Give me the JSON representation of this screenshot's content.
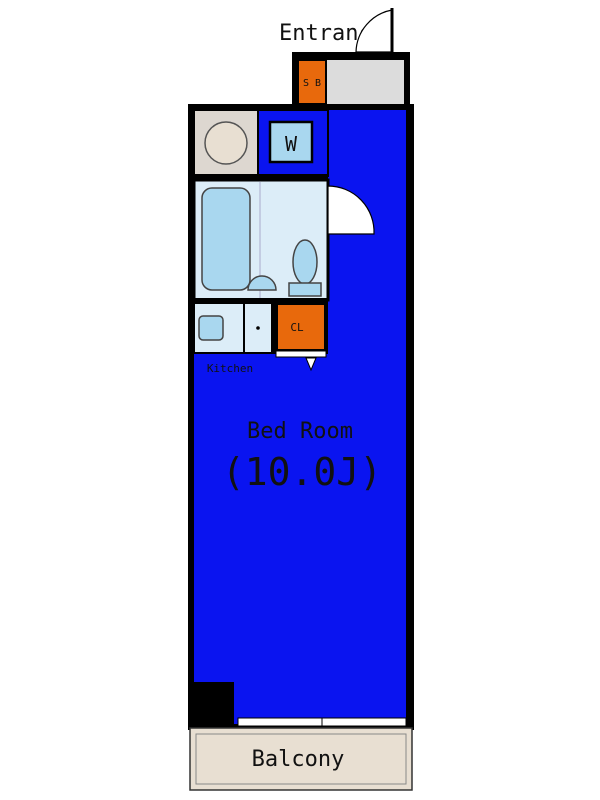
{
  "labels": {
    "entrance": "Entrance",
    "shoe_box": "S B",
    "washer": "W",
    "closet": "CL",
    "kitchen": "Kitchen",
    "bedroom_name": "Bed Room",
    "bedroom_size": "(10.0J)",
    "balcony": "Balcony"
  },
  "colors": {
    "room": "#0a14f0",
    "wall": "#000000",
    "wet_area": "#dcedf8",
    "fixture": "#a9d7ef",
    "storage": "#e8690c",
    "balcony": "#e8dfd2",
    "utility": "#ddd7d0"
  }
}
